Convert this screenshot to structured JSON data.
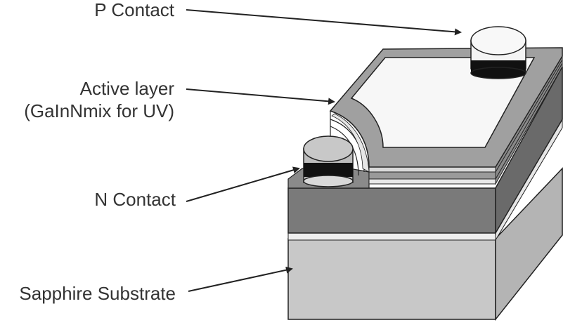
{
  "labels": {
    "p_contact": "P Contact",
    "active_layer_line1": "Active layer",
    "active_layer_line2": "(GaInNmix for UV)",
    "n_contact": "N Contact",
    "sapphire_substrate": "Sapphire Substrate"
  },
  "colors": {
    "substrate_front": "#c8c8c8",
    "substrate_side": "#b4b4b4",
    "n_layer_front": "#7a7a7a",
    "n_layer_side": "#6a6a6a",
    "layer_light": "#e6e6e6",
    "p_layer": "#a0a0a0",
    "contact_top": "#f4f4f4",
    "contact_band": "#111111",
    "outline": "#222222",
    "label_text": "#333333"
  }
}
